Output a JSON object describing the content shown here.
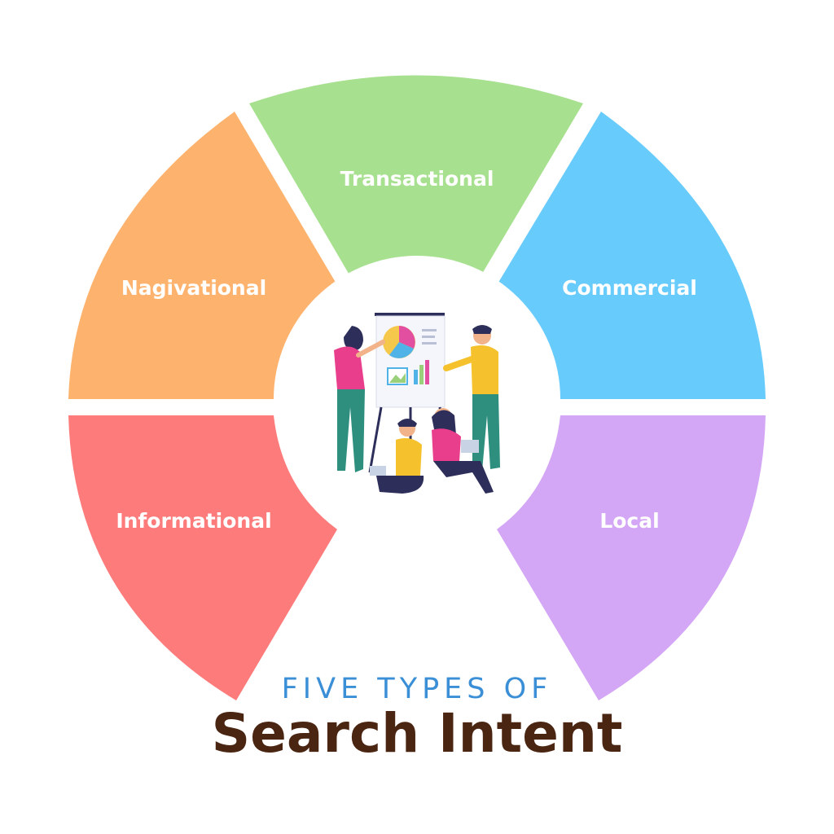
{
  "segments": [
    {
      "id": "transactional",
      "label": "Transactional",
      "color": "#a7e08f"
    },
    {
      "id": "commercial",
      "label": "Commercial",
      "color": "#67cbfb"
    },
    {
      "id": "local",
      "label": "Local",
      "color": "#d4a6f6"
    },
    {
      "id": "informational",
      "label": "Informational",
      "color": "#fd7b7b"
    },
    {
      "id": "navigational",
      "label": "Nagivational",
      "color": "#fdb36e"
    }
  ],
  "heading": {
    "subtitle": "FIVE TYPES OF",
    "title": "Search Intent",
    "subtitle_color": "#3b8fd6",
    "title_color": "#4a2512"
  },
  "illustration": {
    "name": "team-presentation-illustration"
  }
}
